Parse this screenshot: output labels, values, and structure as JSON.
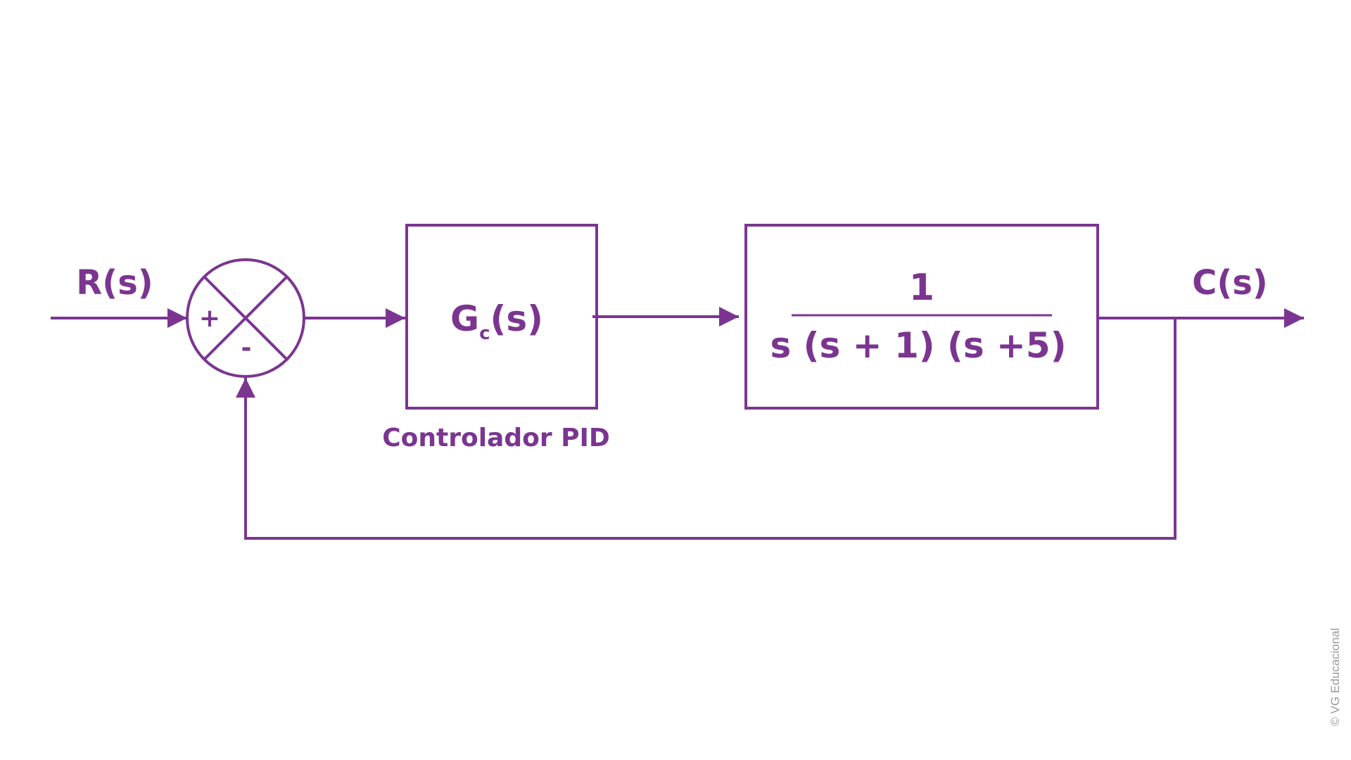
{
  "colors": {
    "accent": "#7b3590",
    "credit": "#9a9a9a",
    "background": "#ffffff"
  },
  "labels": {
    "input": "R(s)",
    "output": "C(s)",
    "plus": "+",
    "minus": "-"
  },
  "controller": {
    "main": "G",
    "subscript": "c",
    "argument": "(s)",
    "caption": "Controlador PID"
  },
  "plant": {
    "numerator": "1",
    "denominator": "s (s + 1) (s +5)"
  },
  "credit": "© VG Educacional"
}
